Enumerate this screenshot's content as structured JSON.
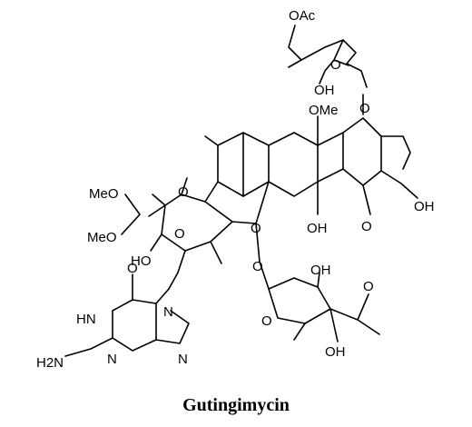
{
  "title": "Gutingimycin",
  "labels": {
    "oac": "OAc",
    "o_sugar_top": "O",
    "oh_sugar_top": "OH",
    "o_glycosidic_top": "O",
    "ome_aromatic": "OMe",
    "o_furan": "O",
    "o_bridge": "O",
    "o_pyran": "O",
    "oh_phenol": "OH",
    "o_ketone": "O",
    "oh_right": "OH",
    "meo_upper": "MeO",
    "meo_lower": "MeO",
    "ho_left": "HO",
    "o_glycosidic_bottom": "O",
    "oh_sugar_bottom_top": "OH",
    "o_sugar_bottom_ring": "O",
    "o_acetyl": "O",
    "oh_sugar_bottom": "OH",
    "o_guanine": "O",
    "n_imidazole_top": "N",
    "hn_guanine": "HN",
    "n_pyrimidine": "N",
    "n_imidazole_bottom": "N",
    "h2n": "H2N"
  }
}
